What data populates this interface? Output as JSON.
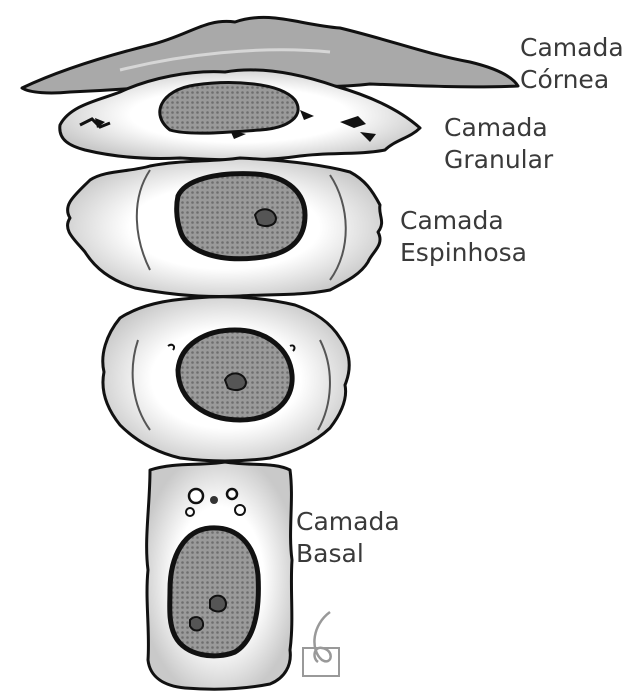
{
  "layers": [
    {
      "id": "corneum",
      "line1": "Camada",
      "line2": "Córnea"
    },
    {
      "id": "granular",
      "line1": "Camada",
      "line2": "Granular"
    },
    {
      "id": "spinous",
      "line1": "Camada",
      "line2": "Espinhosa"
    },
    {
      "id": "basal",
      "line1": "Camada",
      "line2": "Basal"
    }
  ],
  "colors": {
    "cell_fill": "#ffffff",
    "cell_shadow": "#bdbdbd",
    "outline": "#111111",
    "nucleus_fill": "#8a8a8a",
    "nucleolus_fill": "#555555",
    "corneum_fill": "#a9a9a9",
    "label_text": "#3a3a3a"
  },
  "watermark_icon": "curl-logo-icon"
}
